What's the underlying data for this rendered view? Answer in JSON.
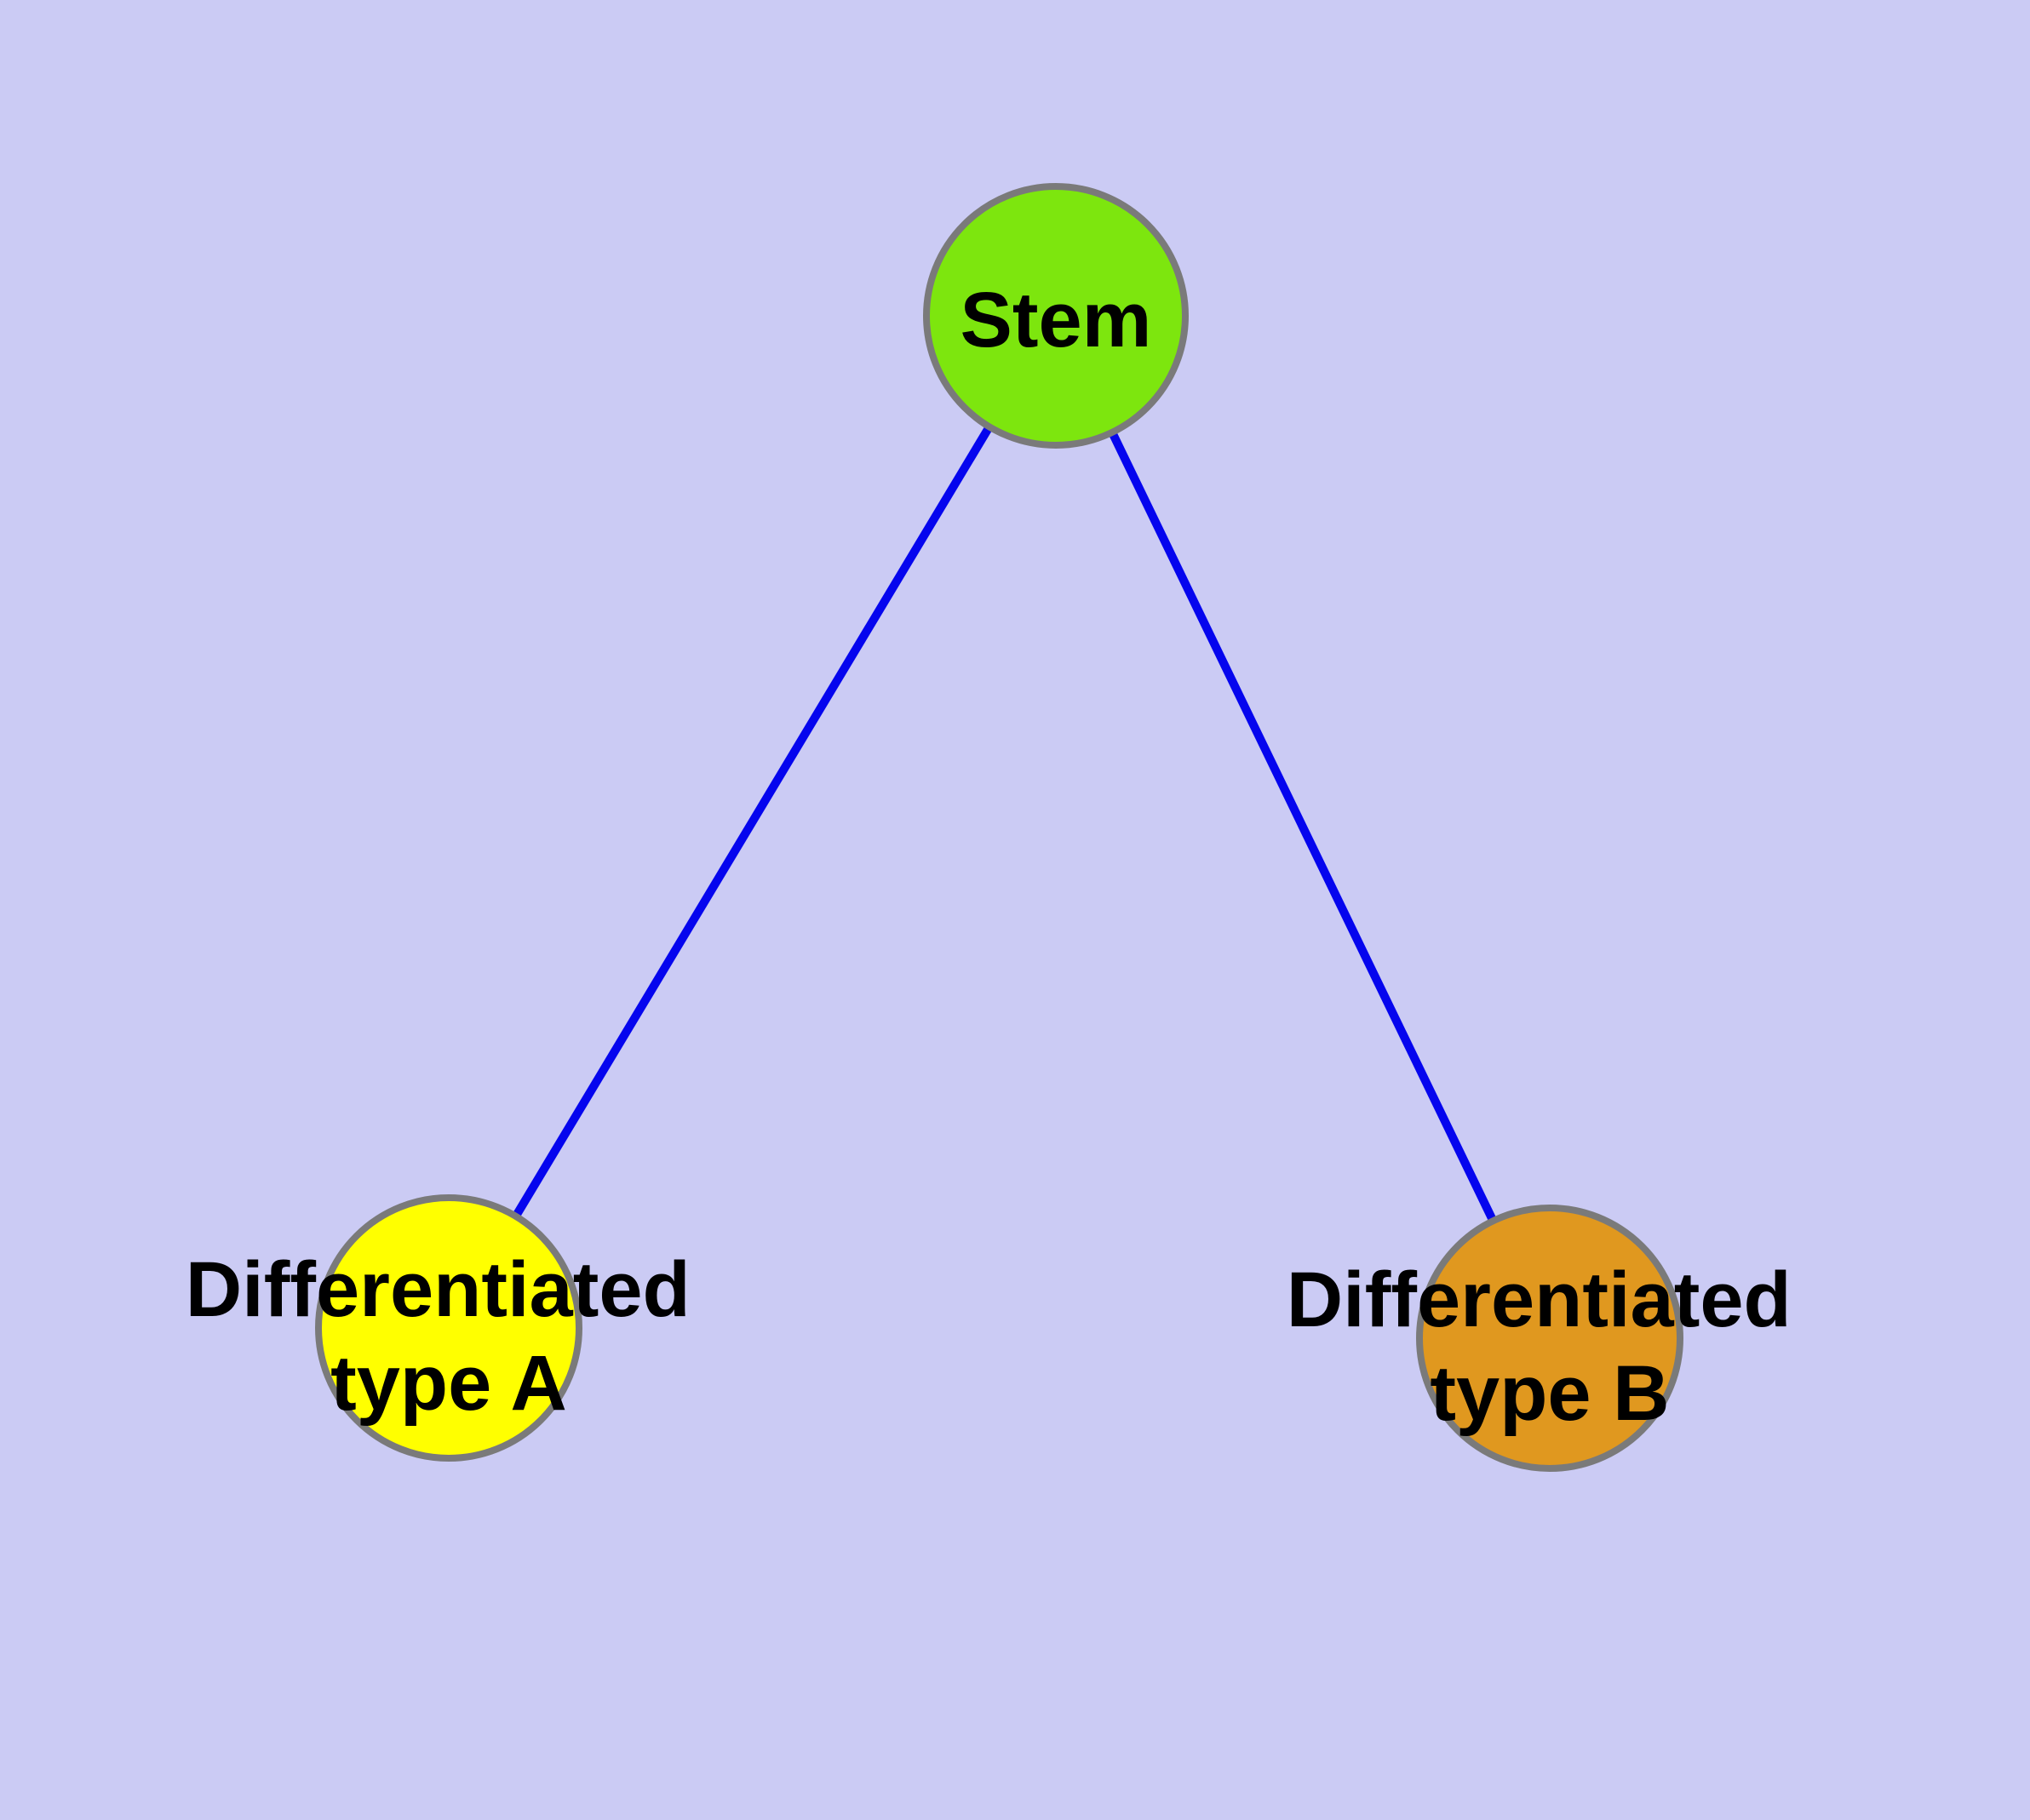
{
  "colors": {
    "background": "#cbcbf4",
    "edge": "#0505ee",
    "node_border": "#7a7a7a",
    "label_text": "#000000"
  },
  "graph": {
    "nodes": {
      "stem": {
        "label": "Stem",
        "lines": [
          "Stem"
        ],
        "fill": "#7de60e"
      },
      "type_a": {
        "label": "Differentiated type A",
        "lines": [
          "Differentiated",
          "type A"
        ],
        "fill": "#ffff00"
      },
      "type_b": {
        "label": "Differentiated type B",
        "lines": [
          "Differentiated",
          "type B"
        ],
        "fill": "#e0981f"
      }
    },
    "edges": [
      {
        "from": "Stem",
        "to": "Differentiated type A"
      },
      {
        "from": "Stem",
        "to": "Differentiated type B"
      }
    ]
  }
}
